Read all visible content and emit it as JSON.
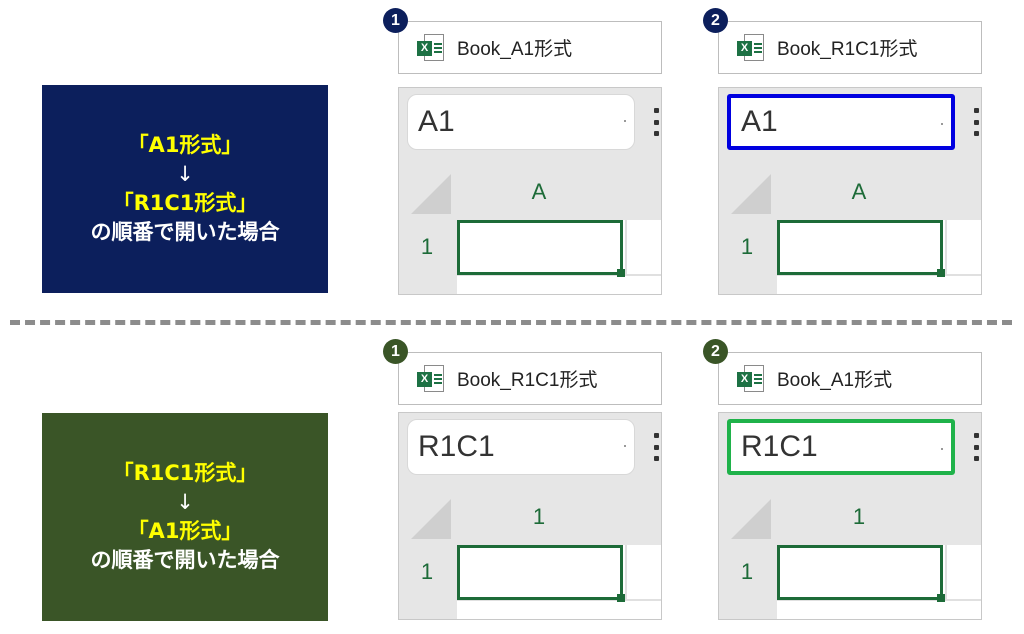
{
  "sections": [
    {
      "label": {
        "line1": "「A1形式」",
        "arrow": "↓",
        "line2": "「R1C1形式」",
        "line3": "の順番で開いた場合"
      },
      "panels": [
        {
          "badge": "1",
          "tab_label": "Book_A1形式",
          "namebox_value": "A1",
          "col_header": "A",
          "row_header": "1"
        },
        {
          "badge": "2",
          "tab_label": "Book_R1C1形式",
          "namebox_value": "A1",
          "col_header": "A",
          "row_header": "1"
        }
      ]
    },
    {
      "label": {
        "line1": "「R1C1形式」",
        "arrow": "↓",
        "line2": "「A1形式」",
        "line3": "の順番で開いた場合"
      },
      "panels": [
        {
          "badge": "1",
          "tab_label": "Book_R1C1形式",
          "namebox_value": "R1C1",
          "col_header": "1",
          "row_header": "1"
        },
        {
          "badge": "2",
          "tab_label": "Book_A1形式",
          "namebox_value": "R1C1",
          "col_header": "1",
          "row_header": "1"
        }
      ]
    }
  ],
  "colors": {
    "top_label_bg": "#0c1f5c",
    "bottom_label_bg": "#3a5527",
    "highlight_yellow": "#ffff00",
    "highlight_blue": "#0000e0",
    "highlight_green": "#1fb24a",
    "excel_green": "#1d6b38"
  },
  "icons": [
    "excel-file-icon",
    "more-vertical-icon",
    "select-all-corner-icon"
  ]
}
